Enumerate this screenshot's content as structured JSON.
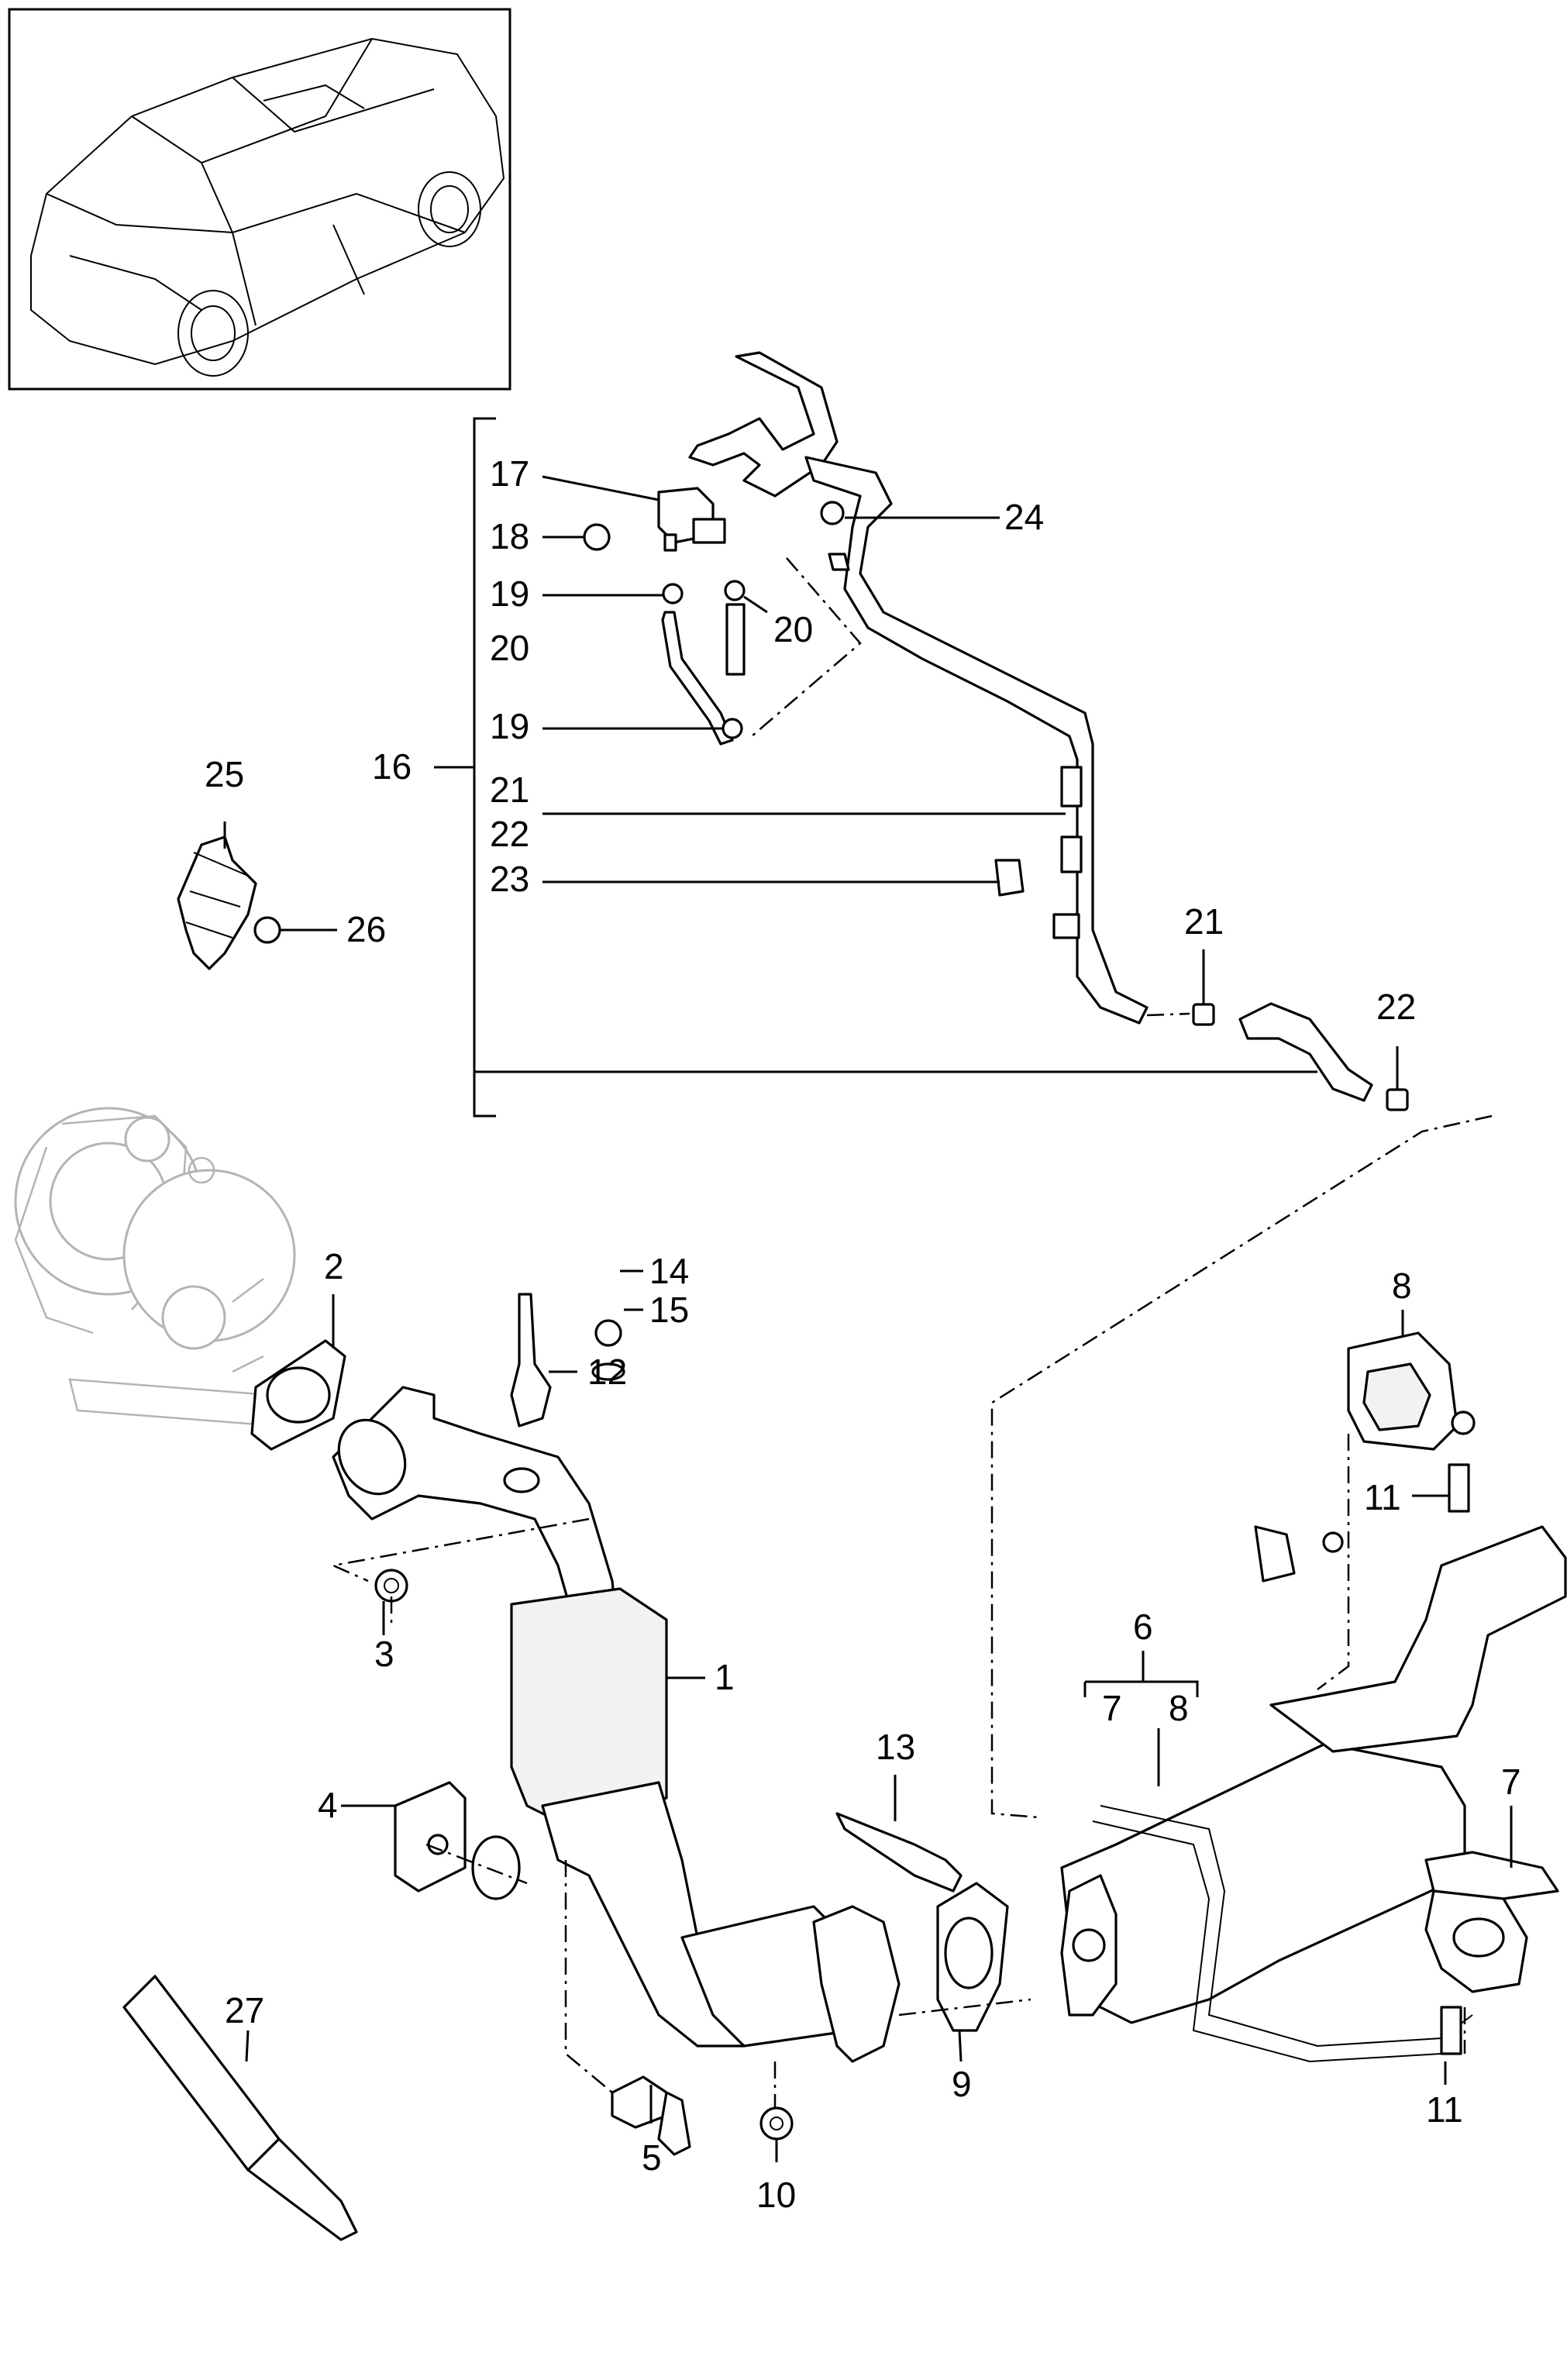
{
  "callouts": {
    "c1": "1",
    "c2": "2",
    "c3": "3",
    "c4": "4",
    "c5": "5",
    "c6": "6",
    "c7a": "7",
    "c7b": "7",
    "c8a": "8",
    "c8b": "8",
    "c9": "9",
    "c10": "10",
    "c11a": "11",
    "c11b": "11",
    "c12": "12",
    "c13": "13",
    "c14": "14",
    "c15": "15",
    "c16": "16",
    "c17": "17",
    "c18": "18",
    "c19a": "19",
    "c19b": "19",
    "c20a": "20",
    "c20b": "20",
    "c21a": "21",
    "c21b": "21",
    "c22a": "22",
    "c22b": "22",
    "c23": "23",
    "c24": "24",
    "c25": "25",
    "c26": "26",
    "c27": "27"
  }
}
